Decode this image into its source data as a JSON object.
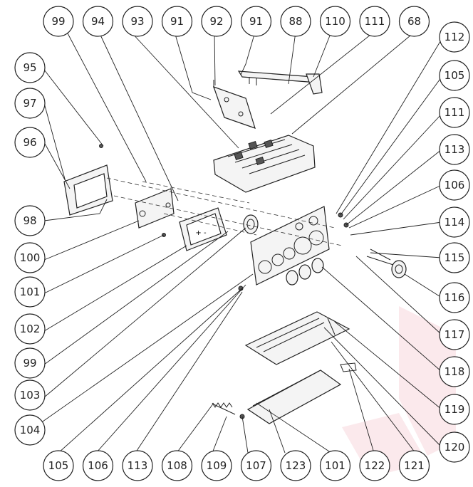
{
  "diagram": {
    "callouts_top": [
      "99",
      "94",
      "93",
      "91",
      "92",
      "91",
      "88",
      "110",
      "111",
      "68"
    ],
    "callouts_left": [
      "95",
      "97",
      "96",
      "98",
      "100",
      "101",
      "102",
      "99",
      "103",
      "104"
    ],
    "callouts_right": [
      "112",
      "105",
      "111",
      "113",
      "106",
      "114",
      "115",
      "116",
      "117",
      "118",
      "119",
      "120"
    ],
    "callouts_bottom": [
      "105",
      "106",
      "113",
      "108",
      "109",
      "107",
      "123",
      "101",
      "122",
      "121"
    ]
  }
}
